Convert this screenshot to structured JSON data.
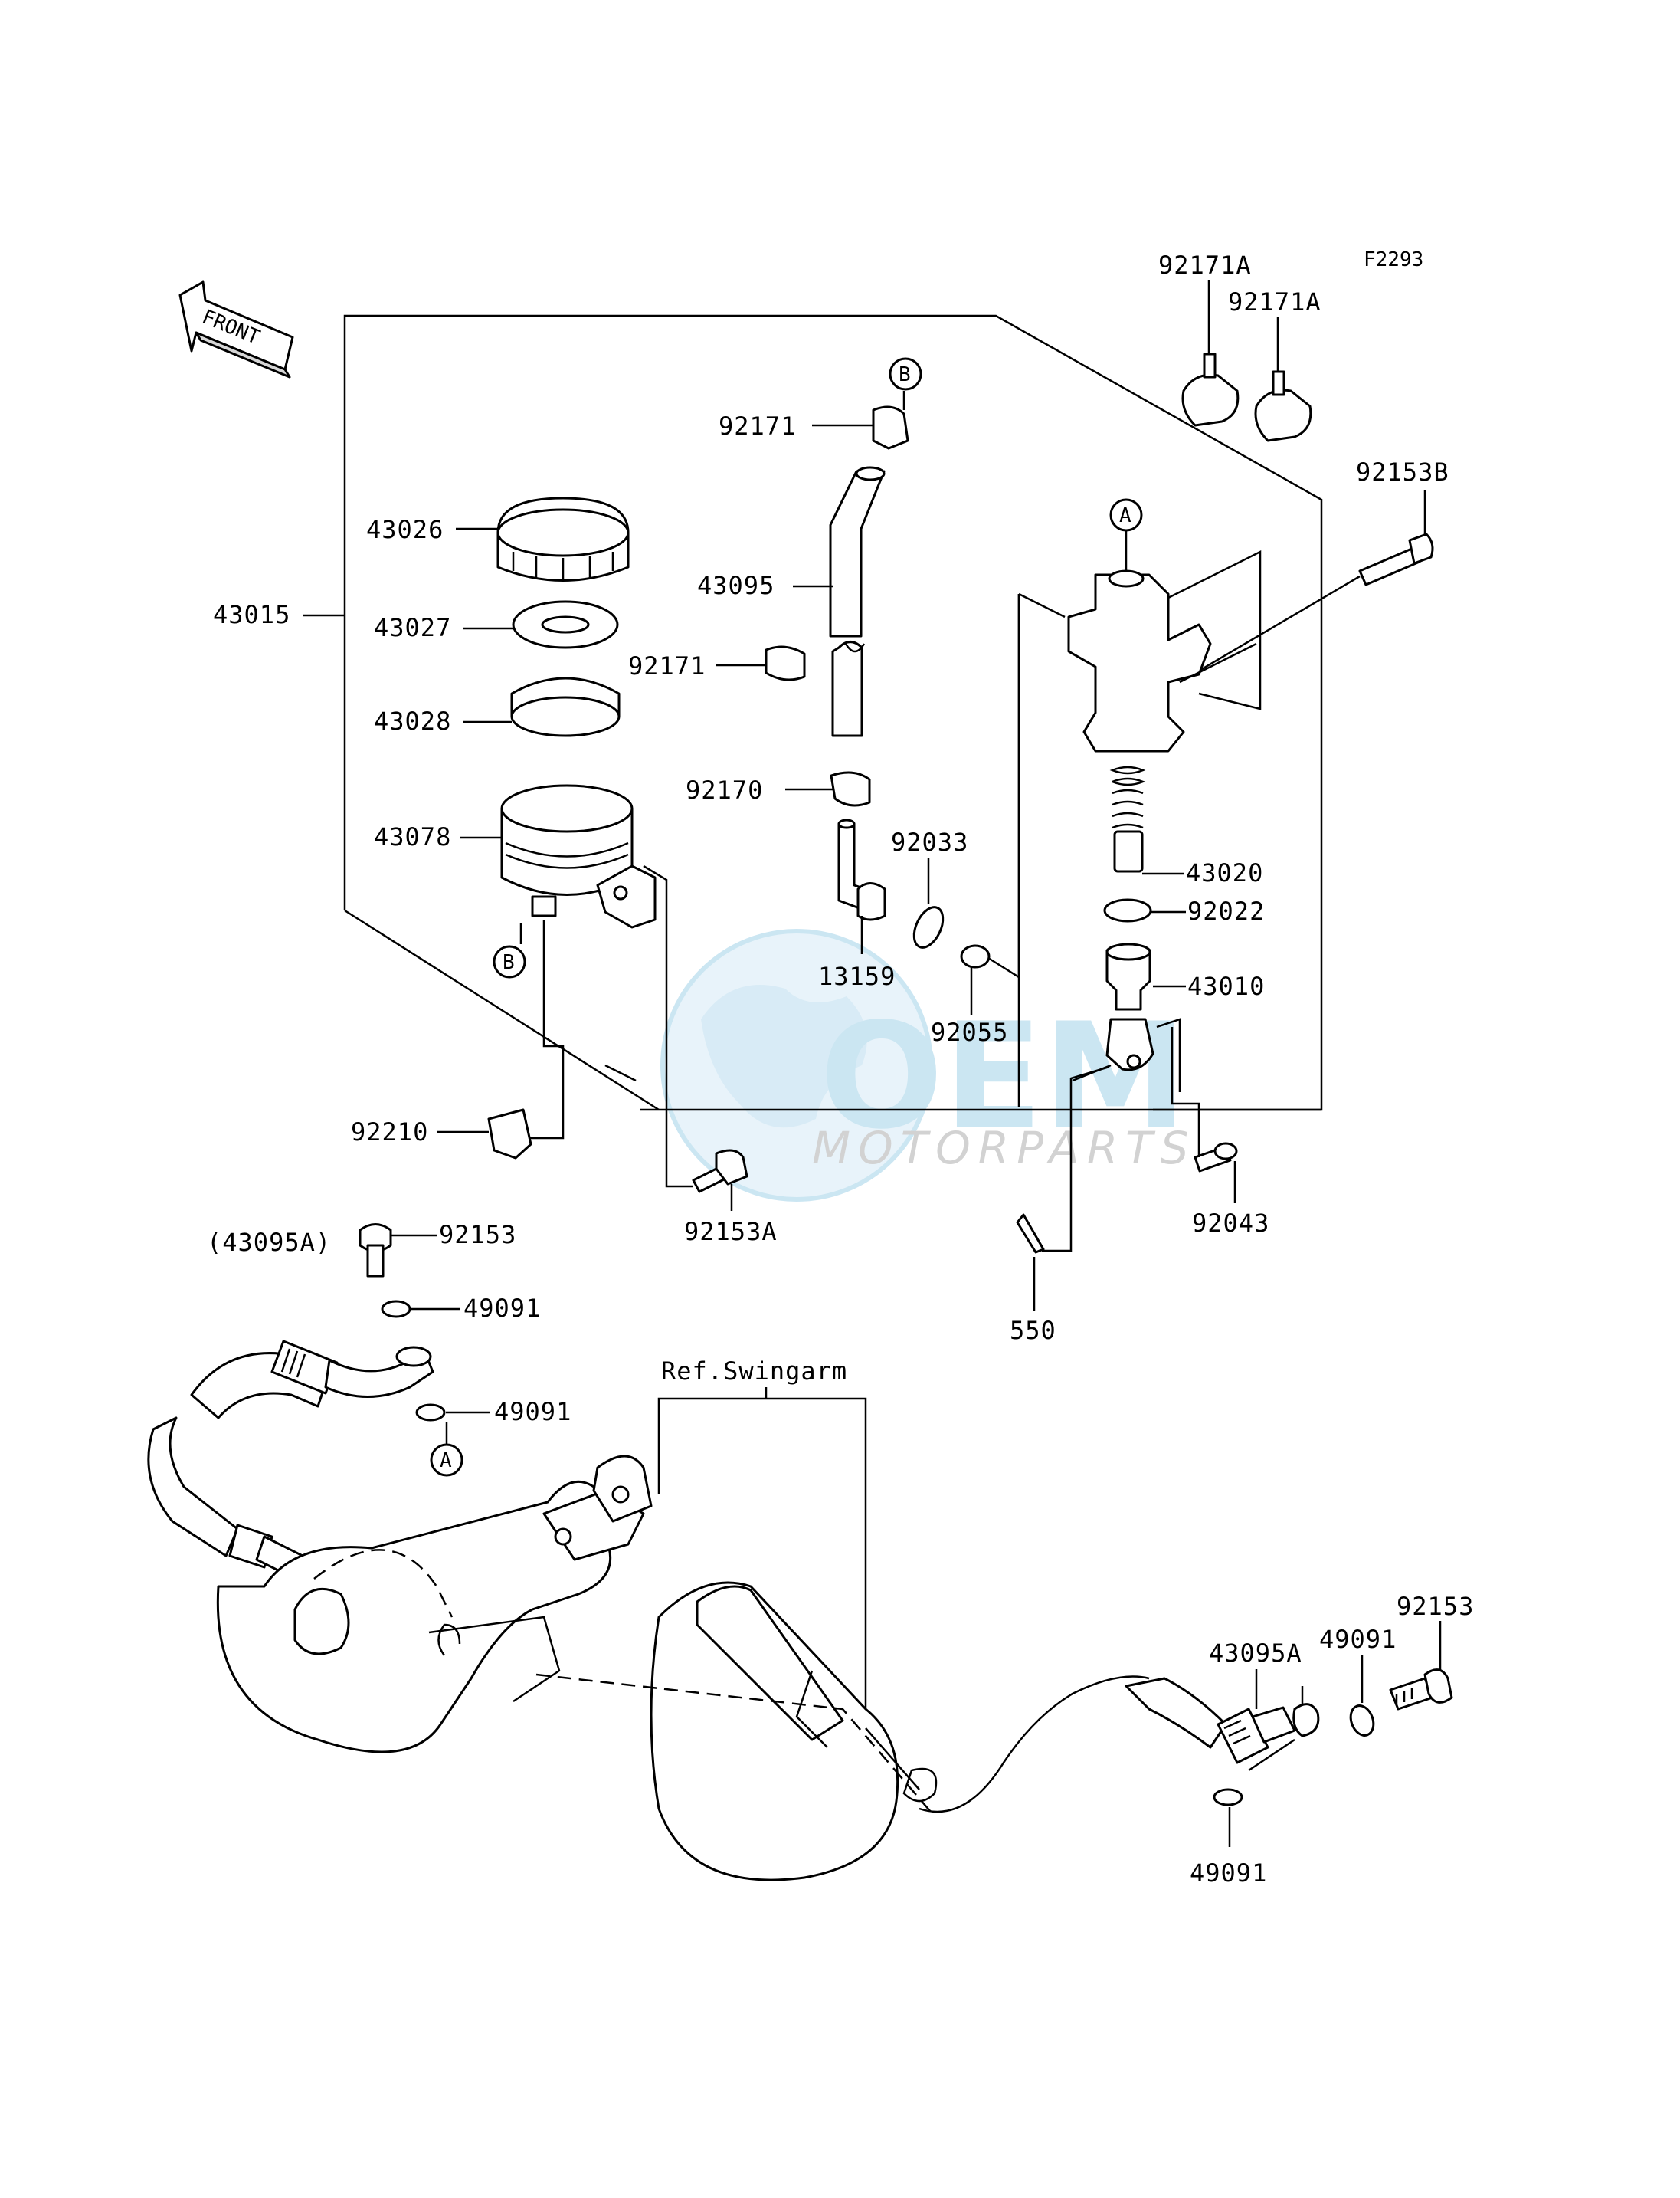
{
  "figure_code": "F2293",
  "direction_arrow": "FRONT",
  "reference_label": "Ref.Swingarm",
  "watermark": {
    "brand": "OEM",
    "sub": "MOTORPARTS"
  },
  "callouts": {
    "A": "A",
    "B": "B"
  },
  "parts": {
    "p92171A_1": "92171A",
    "p92171A_2": "92171A",
    "p92153B": "92153B",
    "p92171_top": "92171",
    "p43026": "43026",
    "p43015": "43015",
    "p43095": "43095",
    "p43027": "43027",
    "p92171_mid": "92171",
    "p43028": "43028",
    "p92170": "92170",
    "p92033": "92033",
    "p43020": "43020",
    "p43078": "43078",
    "p92022": "92022",
    "p13159": "13159",
    "p43010": "43010",
    "p92055": "92055",
    "p92210": "92210",
    "p92043": "92043",
    "p92153A": "92153A",
    "p43095A_ref": "(43095A)",
    "p92153_left": "92153",
    "p49091_l1": "49091",
    "p49091_l2": "49091",
    "p550": "550",
    "p92153_right": "92153",
    "p49091_r1": "49091",
    "p43095A": "43095A",
    "p49091_r2": "49091"
  }
}
